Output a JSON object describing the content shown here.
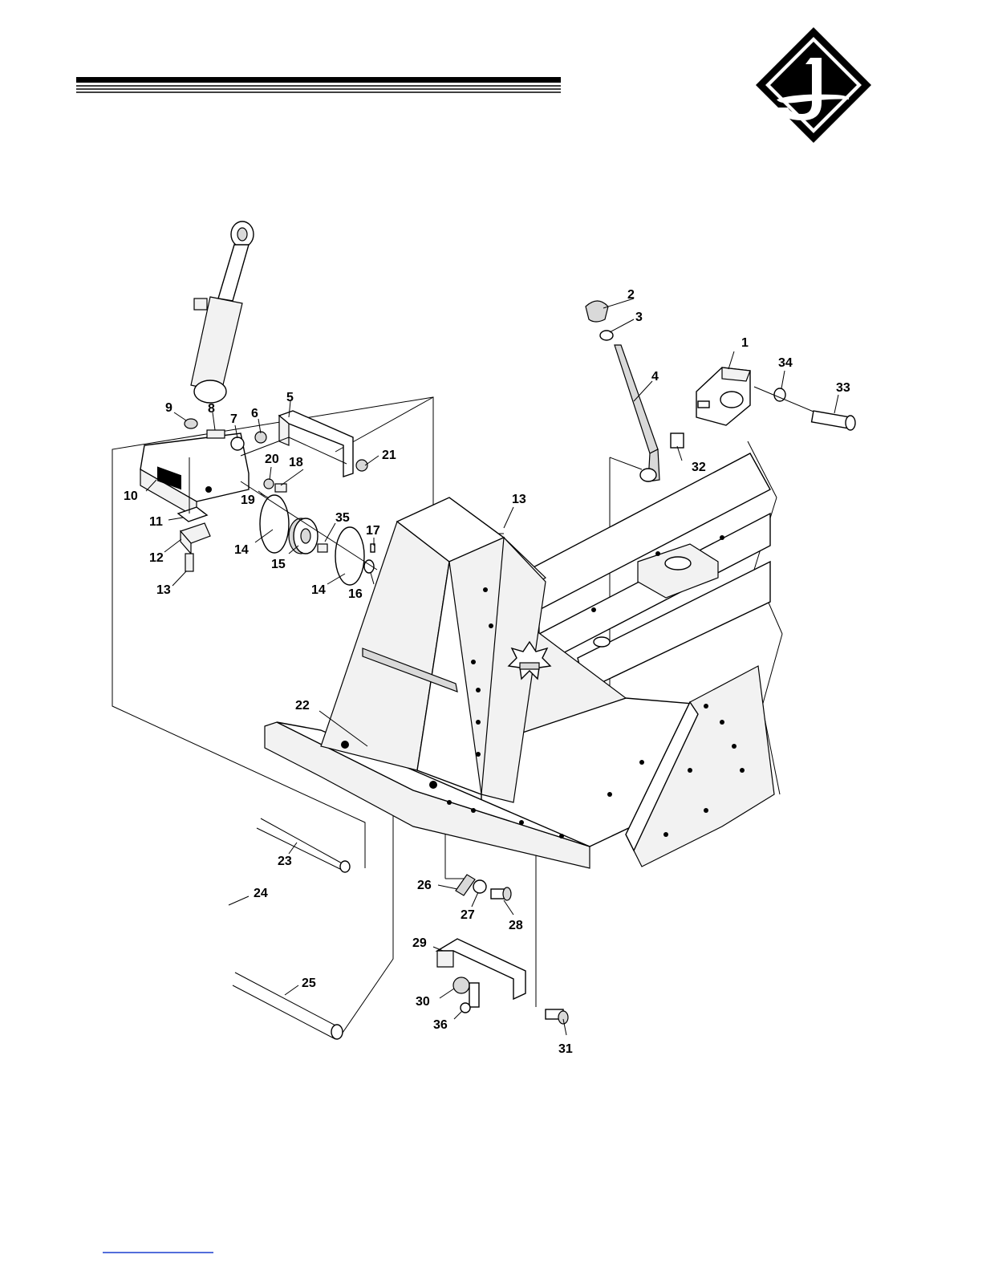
{
  "header": {
    "logo_icon": "jd-diamond-logo-icon"
  },
  "colors": {
    "ink": "#000000",
    "paper": "#ffffff",
    "footer_link": "#1a3fcf"
  },
  "callouts": [
    {
      "id": "c1",
      "text": "1"
    },
    {
      "id": "c2",
      "text": "2"
    },
    {
      "id": "c3",
      "text": "3"
    },
    {
      "id": "c4",
      "text": "4"
    },
    {
      "id": "c5",
      "text": "5"
    },
    {
      "id": "c6",
      "text": "6"
    },
    {
      "id": "c7",
      "text": "7"
    },
    {
      "id": "c8",
      "text": "8"
    },
    {
      "id": "c9",
      "text": "9"
    },
    {
      "id": "c10",
      "text": "10"
    },
    {
      "id": "c11",
      "text": "11"
    },
    {
      "id": "c12",
      "text": "12"
    },
    {
      "id": "c13a",
      "text": "13"
    },
    {
      "id": "c13b",
      "text": "13"
    },
    {
      "id": "c14a",
      "text": "14"
    },
    {
      "id": "c14b",
      "text": "14"
    },
    {
      "id": "c15",
      "text": "15"
    },
    {
      "id": "c16",
      "text": "16"
    },
    {
      "id": "c17",
      "text": "17"
    },
    {
      "id": "c18",
      "text": "18"
    },
    {
      "id": "c19",
      "text": "19"
    },
    {
      "id": "c20",
      "text": "20"
    },
    {
      "id": "c21",
      "text": "21"
    },
    {
      "id": "c22",
      "text": "22"
    },
    {
      "id": "c23",
      "text": "23"
    },
    {
      "id": "c24",
      "text": "24"
    },
    {
      "id": "c25",
      "text": "25"
    },
    {
      "id": "c26",
      "text": "26"
    },
    {
      "id": "c27",
      "text": "27"
    },
    {
      "id": "c28",
      "text": "28"
    },
    {
      "id": "c29",
      "text": "29"
    },
    {
      "id": "c30",
      "text": "30"
    },
    {
      "id": "c31",
      "text": "31"
    },
    {
      "id": "c32",
      "text": "32"
    },
    {
      "id": "c33",
      "text": "33"
    },
    {
      "id": "c34",
      "text": "34"
    },
    {
      "id": "c35",
      "text": "35"
    },
    {
      "id": "c36",
      "text": "36"
    }
  ]
}
